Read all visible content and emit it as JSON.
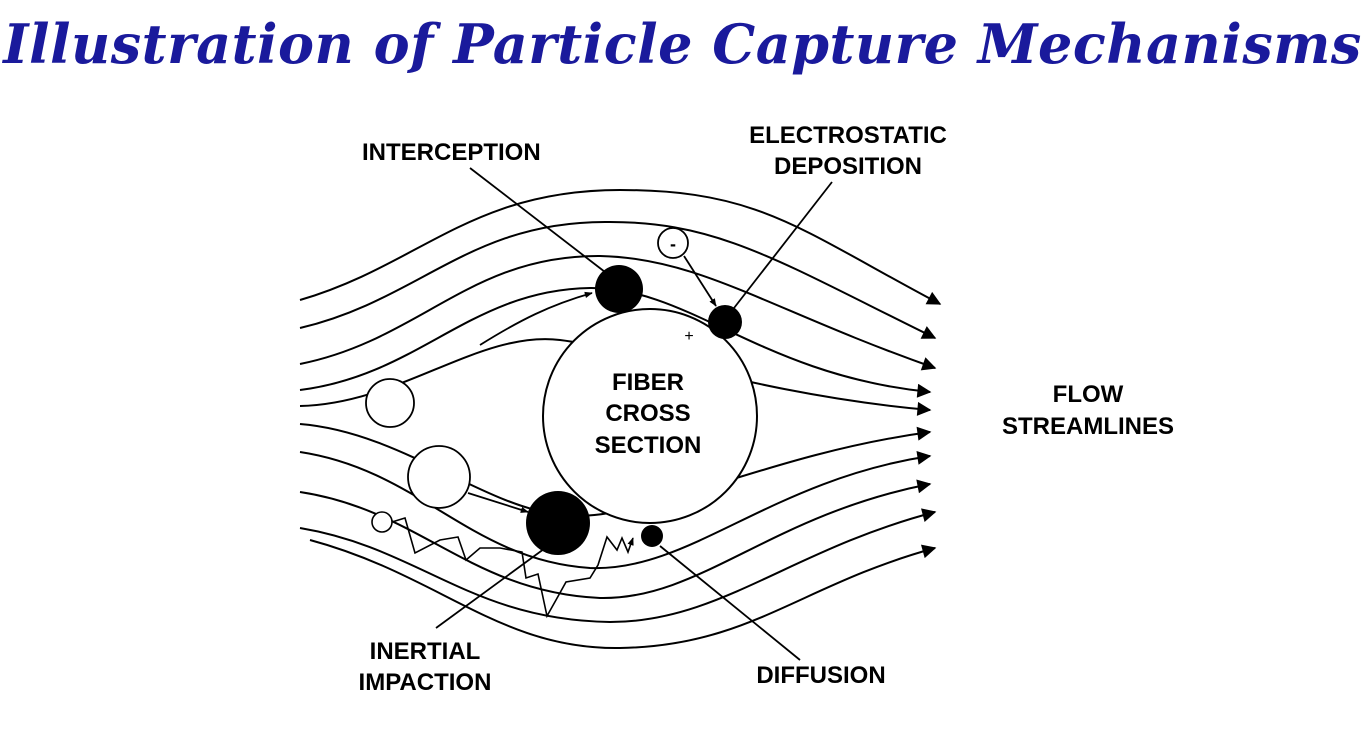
{
  "title": "Illustration of Particle Capture Mechanisms",
  "colors": {
    "title": "#1a1a9c",
    "ink": "#000000",
    "background": "#ffffff"
  },
  "labels": {
    "interception": "INTERCEPTION",
    "electrostatic_line1": "ELECTROSTATIC",
    "electrostatic_line2": "DEPOSITION",
    "fiber_line1": "FIBER",
    "fiber_line2": "CROSS",
    "fiber_line3": "SECTION",
    "flow_line1": "FLOW",
    "flow_line2": "STREAMLINES",
    "inertial_line1": "INERTIAL",
    "inertial_line2": "IMPACTION",
    "diffusion": "DIFFUSION"
  },
  "charges": {
    "negative": "-",
    "positive": "+"
  }
}
